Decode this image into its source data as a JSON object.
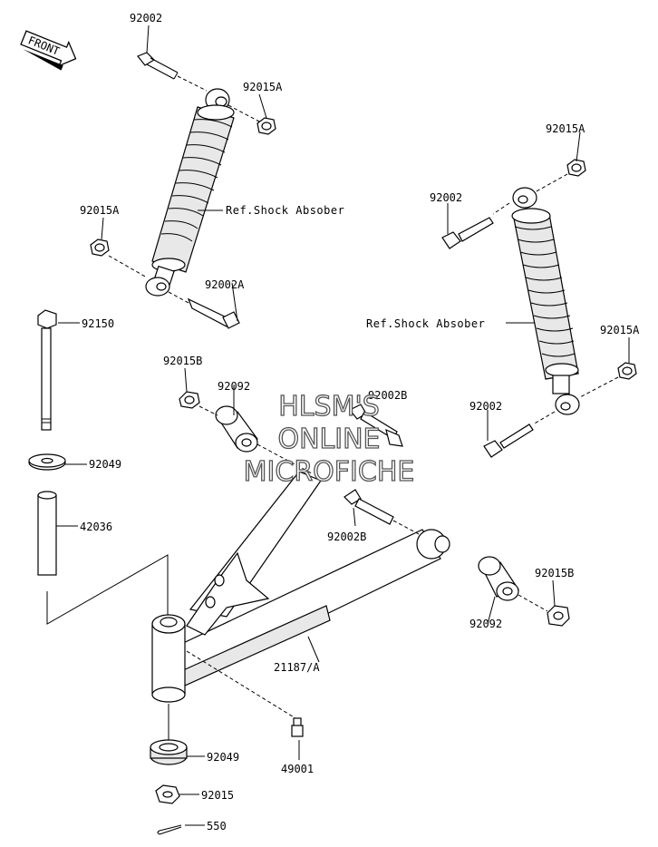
{
  "diagram": {
    "front_label": "FRONT",
    "watermark": [
      "HLSM'S",
      "ONLINE",
      "MICROFICHE"
    ],
    "callouts": {
      "c_92002_top": "92002",
      "c_92015A_top": "92015A",
      "c_ref_left": "Ref.Shock Absober",
      "c_92015A_left": "92015A",
      "c_92002A": "92002A",
      "c_92150": "92150",
      "c_92015B_left": "92015B",
      "c_92092_left": "92092",
      "c_92002B_top": "92002B",
      "c_92049_top": "92049",
      "c_42036": "42036",
      "c_92015A_right_top": "92015A",
      "c_92002_right": "92002",
      "c_ref_right": "Ref.Shock Absober",
      "c_92015A_right_mid": "92015A",
      "c_92002_right_low": "92002",
      "c_92002B_mid": "92002B",
      "c_92015B_right": "92015B",
      "c_92092_right": "92092",
      "c_21187A": "21187/A",
      "c_92049_bottom": "92049",
      "c_49001": "49001",
      "c_92015": "92015",
      "c_550": "550"
    }
  }
}
